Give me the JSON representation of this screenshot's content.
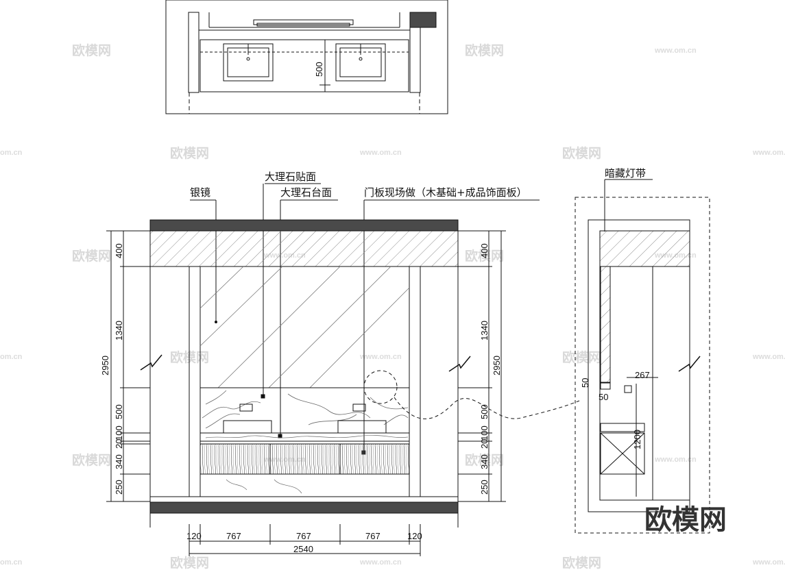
{
  "labels": {
    "silver_mirror": "银镜",
    "marble_veneer": "大理石贴面",
    "marble_countertop": "大理石台面",
    "door_panel_note": "门板现场做（木基础+成品饰面板）",
    "hidden_light_strip": "暗藏灯带"
  },
  "plan_dims": {
    "depth": "500"
  },
  "left_dims": {
    "total": "2950",
    "segments": [
      "400",
      "1340",
      "500",
      "100",
      "20",
      "340",
      "250"
    ]
  },
  "right_dims": {
    "total": "2950",
    "segments": [
      "400",
      "1340",
      "500",
      "100",
      "20",
      "340",
      "250"
    ]
  },
  "bottom_dims": {
    "segments": [
      "120",
      "767",
      "767",
      "767",
      "120"
    ],
    "total": "2540"
  },
  "section_dims": {
    "a": "50",
    "b": "50",
    "c": "267",
    "d": "1200"
  },
  "watermark": {
    "text": "欧模网",
    "url": "www.om.cn",
    "url_short": "om.cn"
  },
  "logo": {
    "text": "欧模网"
  },
  "colors": {
    "line": "#111111",
    "band": "#4a4a4a",
    "hatch": "#888888",
    "marble_vein": "#6a6a6a"
  }
}
